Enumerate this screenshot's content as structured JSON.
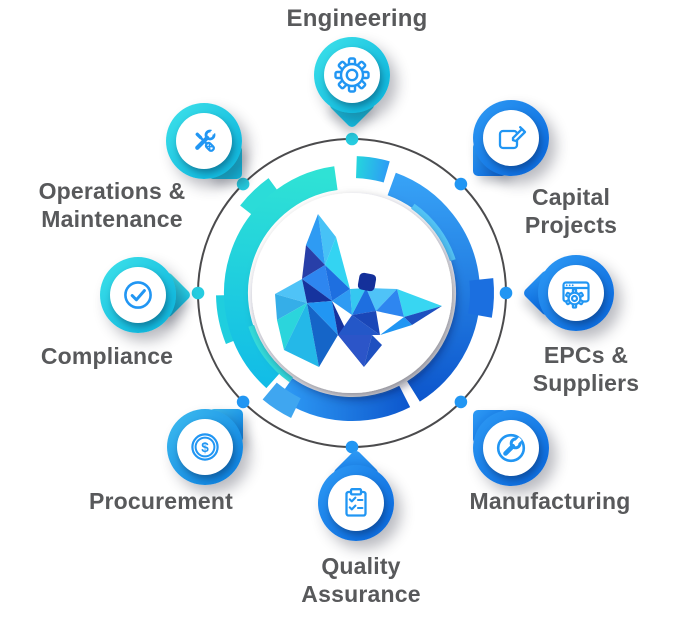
{
  "diagram": {
    "name": "butterfly-ecosystem-wheel",
    "center_logo": "polygonal-butterfly",
    "palette": {
      "cyan": "#1FC9DC",
      "blue": "#2196F3",
      "blue_dark": "#0F5FD0",
      "teal": "#2BDCD2",
      "navy": "#16339E",
      "label_gray": "#58595B",
      "orbit_gray": "#4B4B4D",
      "white": "#FFFFFF"
    },
    "orbit": {
      "dot_count": 8
    }
  },
  "items": [
    {
      "id": "engineering",
      "lines": [
        "Engineering"
      ],
      "icon": "gear-icon",
      "pin_color": "cyan"
    },
    {
      "id": "capital-projects",
      "lines": [
        "Capital",
        "Projects"
      ],
      "icon": "edit-pencil-icon",
      "pin_color": "blue"
    },
    {
      "id": "epcs-suppliers",
      "lines": [
        "EPCs &",
        "Suppliers"
      ],
      "icon": "browser-gear-icon",
      "pin_color": "blue"
    },
    {
      "id": "manufacturing",
      "lines": [
        "Manufacturing"
      ],
      "icon": "wrench-icon",
      "pin_color": "blue"
    },
    {
      "id": "quality-assurance",
      "lines": [
        "Quality",
        "Assurance"
      ],
      "icon": "clipboard-checklist-icon",
      "pin_color": "blue"
    },
    {
      "id": "procurement",
      "lines": [
        "Procurement"
      ],
      "icon": "dollar-coin-icon",
      "pin_color": "light-blue"
    },
    {
      "id": "compliance",
      "lines": [
        "Compliance"
      ],
      "icon": "check-circle-icon",
      "pin_color": "cyan"
    },
    {
      "id": "operations-maintenance",
      "lines": [
        "Operations &",
        "Maintenance"
      ],
      "icon": "tools-icon",
      "pin_color": "cyan"
    }
  ]
}
